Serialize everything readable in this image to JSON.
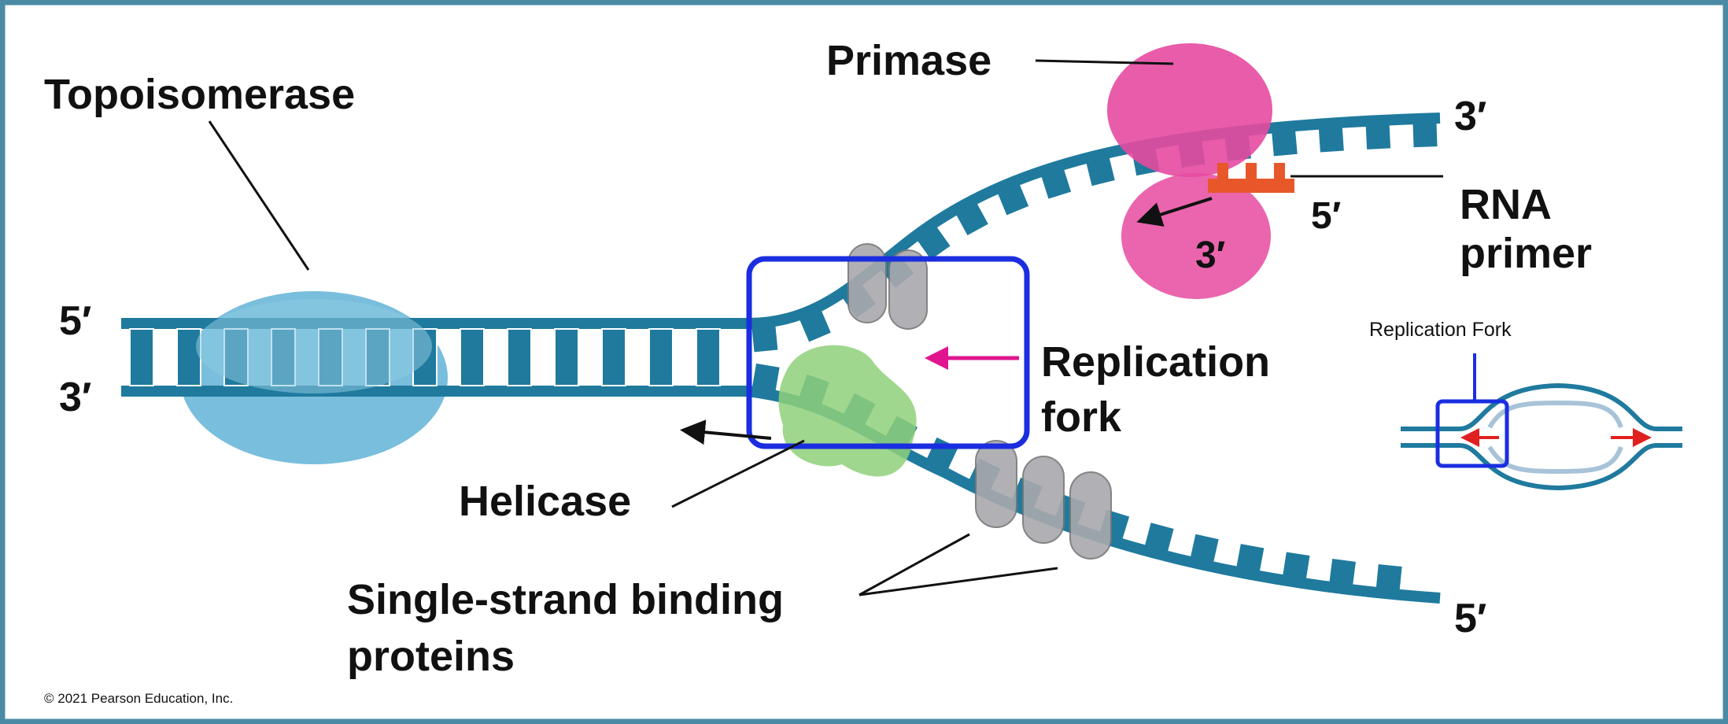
{
  "labels": {
    "topoisomerase": "Topoisomerase",
    "primase": "Primase",
    "rna_primer_line1": "RNA",
    "rna_primer_line2": "primer",
    "replication_fork_line1": "Replication",
    "replication_fork_line2": "fork",
    "helicase": "Helicase",
    "ssb_line1": "Single-strand binding",
    "ssb_line2": "proteins",
    "left_top_end": "5′",
    "left_bottom_end": "3′",
    "right_top_end": "3′",
    "right_bottom_end": "5′",
    "primer_5_end": "5′",
    "primer_3_end": "3′"
  },
  "inset": {
    "title": "Replication Fork"
  },
  "copyright": "© 2021 Pearson Education, Inc.",
  "colors": {
    "dna": "#1f7a9e",
    "frame": "#4a8aa5",
    "topoisomerase": "#6ab7d8",
    "primase": "#e64aa0",
    "helicase": "#8fd07a",
    "ssb": "#a9a9ad",
    "rna_primer": "#e8572a",
    "highlight_box": "#1a2ee0",
    "fork_arrow": "#e0158f",
    "inset_arrow": "#e02020"
  }
}
